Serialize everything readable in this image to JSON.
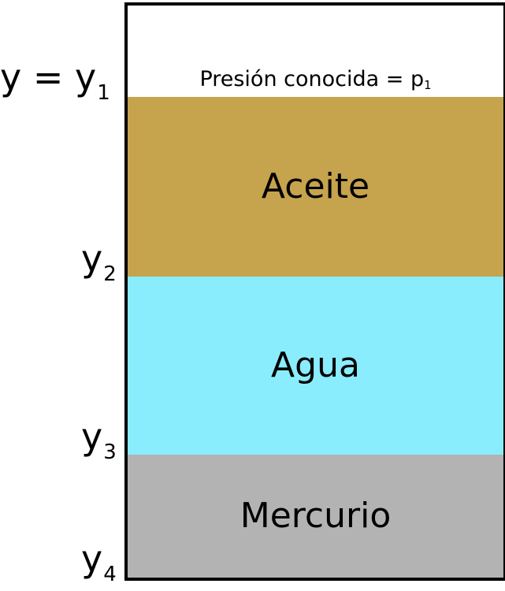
{
  "pressure_label": {
    "text": "Presión conocida = p",
    "subscript": "1"
  },
  "layers": [
    {
      "name": "Aceite",
      "color": "#C6A34D"
    },
    {
      "name": "Agua",
      "color": "#89EDFE"
    },
    {
      "name": "Mercurio",
      "color": "#B3B3B3"
    }
  ],
  "levels": [
    {
      "prefix": "y = y",
      "subscript": "1"
    },
    {
      "prefix": "y",
      "subscript": "2"
    },
    {
      "prefix": "y",
      "subscript": "3"
    },
    {
      "prefix": "y",
      "subscript": "4"
    }
  ],
  "colors": {
    "outline": "#000000",
    "air": "#FFFFFF"
  }
}
